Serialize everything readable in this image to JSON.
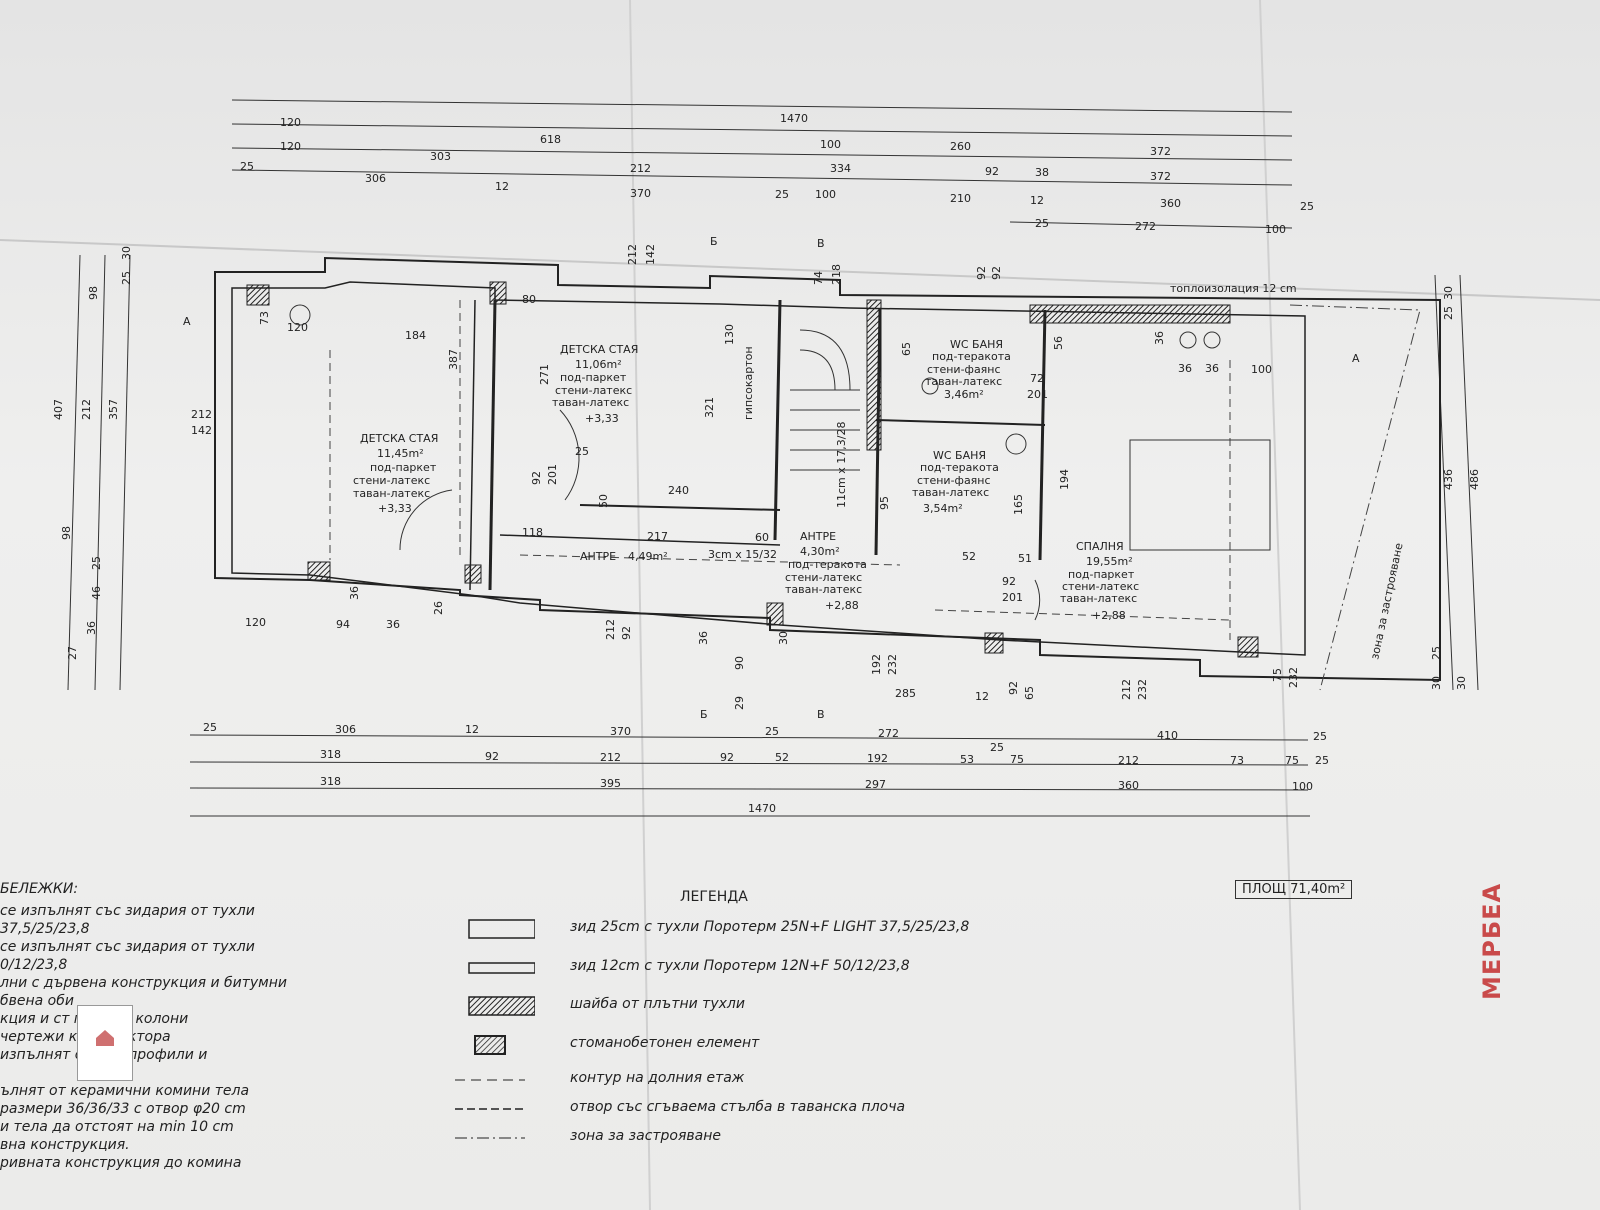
{
  "top_dims": {
    "total": "1470",
    "row2": [
      "120",
      "618",
      "100",
      "260",
      "372"
    ],
    "row3": [
      "120",
      "303",
      "212",
      "334",
      "92",
      "38",
      "372"
    ],
    "row4": [
      "25",
      "306",
      "12",
      "370",
      "25",
      "100",
      "210",
      "12",
      "360",
      "25"
    ],
    "row5": [
      "25",
      "272",
      "100"
    ]
  },
  "bottom_dims": {
    "row1": [
      "25",
      "306",
      "12",
      "370",
      "25",
      "272",
      "410",
      "25"
    ],
    "row2": [
      "318",
      "92",
      "212",
      "92",
      "52",
      "192",
      "53",
      "25",
      "75",
      "212",
      "73",
      "75",
      "25"
    ],
    "row3": [
      "318",
      "395",
      "297",
      "360",
      "100"
    ],
    "total": "1470"
  },
  "left_dims": [
    "407",
    "212",
    "357",
    "98",
    "98",
    "46",
    "25",
    "36",
    "27",
    "30",
    "25"
  ],
  "right_dims": [
    "436",
    "486",
    "25",
    "30",
    "30",
    "25",
    "30"
  ],
  "section_marks": {
    "a": "A",
    "b": "Б",
    "v": "В"
  },
  "rooms": [
    {
      "name": "ДЕТСКА СТАЯ",
      "area": "11,45m²",
      "floor": "под-паркет",
      "walls": "стени-латекс",
      "ceiling": "таван-латекс",
      "level": "+3,33"
    },
    {
      "name": "ДЕТСКА СТАЯ",
      "area": "11,06m²",
      "floor": "под-паркет",
      "walls": "стени-латекс",
      "ceiling": "таван-латекс",
      "level": "+3,33"
    },
    {
      "name": "WC БАНЯ",
      "area": "3,46m²",
      "floor": "под-теракота",
      "walls": "стени-фаянс",
      "ceiling": "таван-латекс"
    },
    {
      "name": "WC БАНЯ",
      "area": "3,54m²",
      "floor": "под-теракота",
      "walls": "стени-фаянс",
      "ceiling": "таван-латекс"
    },
    {
      "name": "АНТРЕ",
      "area": "4,49m²"
    },
    {
      "name": "АНТРЕ",
      "area": "4,30m²",
      "floor": "под-теракота",
      "walls": "стени-латекс",
      "ceiling": "таван-латекс",
      "level": "+2,88"
    },
    {
      "name": "СПАЛНЯ",
      "area": "19,55m²",
      "floor": "под-паркет",
      "walls": "стени-латекс",
      "ceiling": "таван-латекс",
      "level": "+2,88"
    }
  ],
  "plan_labels": {
    "insulation": "топлоизолация 12 cm",
    "zone": "зона за застрояване",
    "gypsum": "гипсокартон",
    "stairs": "11cm x 17,3/28",
    "stairs2": "3cm x 15/32"
  },
  "interior_dims": [
    "120",
    "184",
    "73",
    "387",
    "80",
    "142",
    "212",
    "271",
    "92",
    "201",
    "118",
    "217",
    "60",
    "240",
    "25",
    "50",
    "321",
    "74",
    "218",
    "92",
    "92",
    "130",
    "65",
    "56",
    "36",
    "36",
    "36",
    "100",
    "72",
    "201",
    "194",
    "95",
    "165",
    "52",
    "51",
    "92",
    "201",
    "212",
    "142",
    "120",
    "94",
    "36",
    "26",
    "36",
    "92",
    "212",
    "36",
    "90",
    "29",
    "30",
    "192",
    "232",
    "285",
    "12",
    "92",
    "65",
    "212",
    "232",
    "75",
    "232"
  ],
  "area": {
    "label": "ПЛОЩ",
    "value": "71,40m²"
  },
  "notes": {
    "title": "БЕЛЕЖКИ:",
    "lines": [
      "се изпълнят със зидария от тухли",
      "37,5/25/23,8",
      "се изпълнят със зидария от тухли",
      "0/12/23,8",
      "лни с дървена конструкция и битумни",
      "бвена оби",
      "кция и ст     греди и колони",
      "чертежи      конструктора",
      "изпълнят от PVC профили и",
      "",
      "ълнят от керамични комини тела",
      "размери 36/36/33 с отвор φ20 cm",
      "и тела да отстоят на min 10 cm",
      "вна конструкция.",
      "ривната конструкция до комина"
    ]
  },
  "legend": {
    "title": "ЛЕГЕНДА",
    "items": [
      "зид 25cm с тухли  Поротерм 25N+F LIGHT 37,5/25/23,8",
      "зид 12cm с тухли Поротерм 12N+F  50/12/23,8",
      "шайба от плътни тухли",
      "стоманобетонен елемент",
      "контур на долния етаж",
      "отвор със сгъваема стълба в таванска плоча",
      "зона за застрояване"
    ]
  },
  "watermark": "МЕРБЕА"
}
